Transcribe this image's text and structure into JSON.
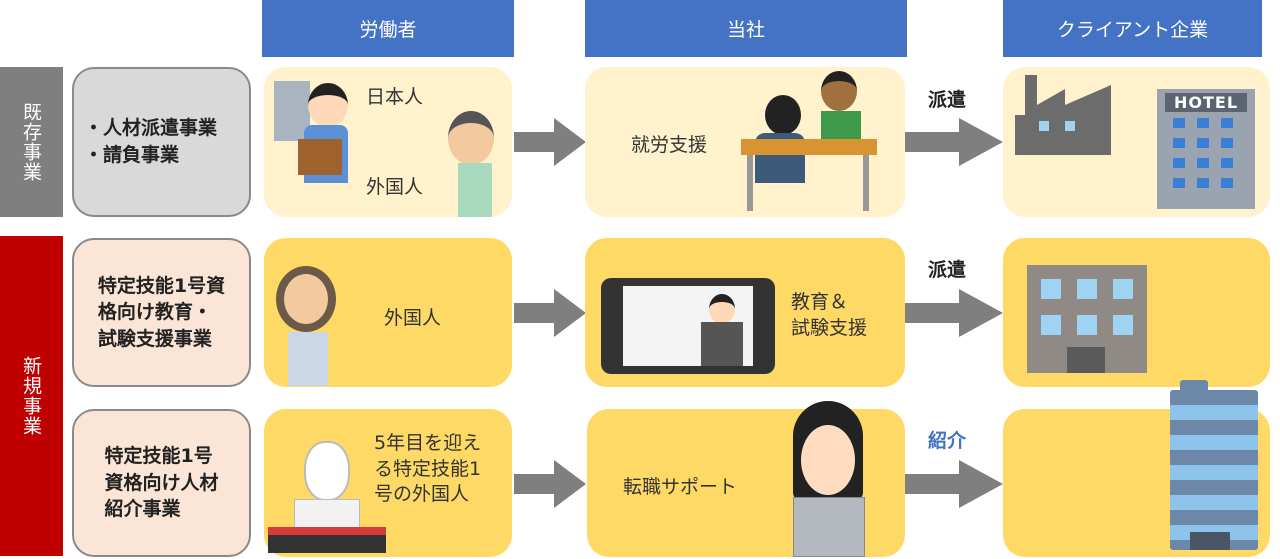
{
  "headers": {
    "worker": "労働者",
    "company": "当社",
    "client": "クライアント企業"
  },
  "sections": {
    "existing": "既存事業",
    "new": "新規事業"
  },
  "rows": [
    {
      "business": [
        "・人材派遣事業",
        "・請負事業"
      ],
      "workers": [
        "日本人",
        "外国人"
      ],
      "service": "就労支援",
      "action": "派遣"
    },
    {
      "business": [
        "特定技能1号資",
        "格向け教育・",
        "試験支援事業"
      ],
      "workers": [
        "外国人"
      ],
      "service": [
        "教育＆",
        "試験支援"
      ],
      "action": "派遣"
    },
    {
      "business": [
        "特定技能1号",
        "資格向け人材",
        "紹介事業"
      ],
      "workers": [
        "5年目を迎え",
        "る特定技能1",
        "号の外国人"
      ],
      "service": "転職サポート",
      "action": "紹介"
    }
  ],
  "hotel_sign": "HOTEL",
  "colors": {
    "header": "#4472c4",
    "existing": "#7f7f7f",
    "new": "#c00000",
    "arrow": "#7f7f7f",
    "intro": "#4472c4"
  }
}
